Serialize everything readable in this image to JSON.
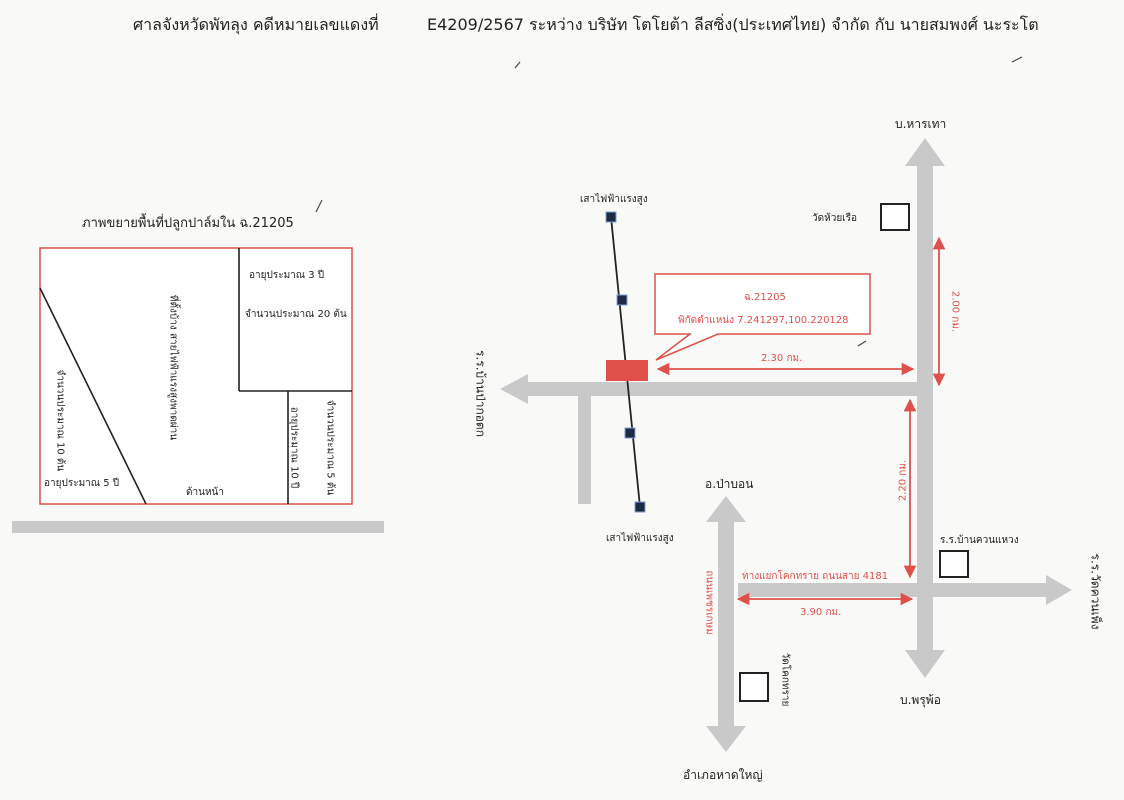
{
  "header": {
    "left": "ศาลจังหวัดพัทลุง คดีหมายเลขแดงที่",
    "right": "E4209/2567 ระหว่าง บริษัท โตโยต้า ลีสซิ่ง(ประเทศไทย) จำกัด กับ นายสมพงศ์ นะระโต"
  },
  "plot": {
    "title": "ภาพขยายพื้นที่ปลูกปาล์มใน ฉ.21205",
    "age3": "อายุประมาณ 3 ปี",
    "count20": "จำนวนประมาณ 20 ต้น",
    "house": "ที่ตั้งบ้าง สายไฟฟ้าแรงสูงพาดผ่าน",
    "count10": "จำนวนประมาณ 10 ต้น",
    "age5": "อายุประมาณ 5 ปี",
    "front": "ด้านหน้า",
    "age10": "อายุประมาณ 10 ปี",
    "count5": "จำนวนประมาณ 5 ต้น"
  },
  "map": {
    "pole_top": "เสาไฟฟ้าแรงสูง",
    "pole_bottom": "เสาไฟฟ้าแรงสูง",
    "callout_deed": "ฉ.21205",
    "callout_coords": "พิกัดตำแหน่ง 7.241297,100.220128",
    "north_village": "บ.หารเทา",
    "temple_huairuea": "วัดห้วยเรือ",
    "dist_200": "2.00 กม.",
    "dist_230": "2.30 กม.",
    "school_west": "ร.ร.บ้านป่ากอตก",
    "dist_220": "2.20 กม.",
    "pa_bon": "อ.ป่าบอน",
    "school_khuan": "ร.ร.บ้านควนแหวง",
    "junction": "ทางแยกโคกทราย  ถนนสาย 4181",
    "dist_390": "3.90 กม.",
    "road_vertical": "ถนนเพชรเกษม",
    "temple_khok": "วัดโคกทราย",
    "school_east": "ร.ร.วัดควนเพ็ง",
    "south_village": "บ.พรุพ้อ",
    "hat_yai": "อำเภอหาดใหญ่"
  },
  "colors": {
    "road": "#c9c9c9",
    "accent": "#e0504a",
    "line": "#222222"
  }
}
